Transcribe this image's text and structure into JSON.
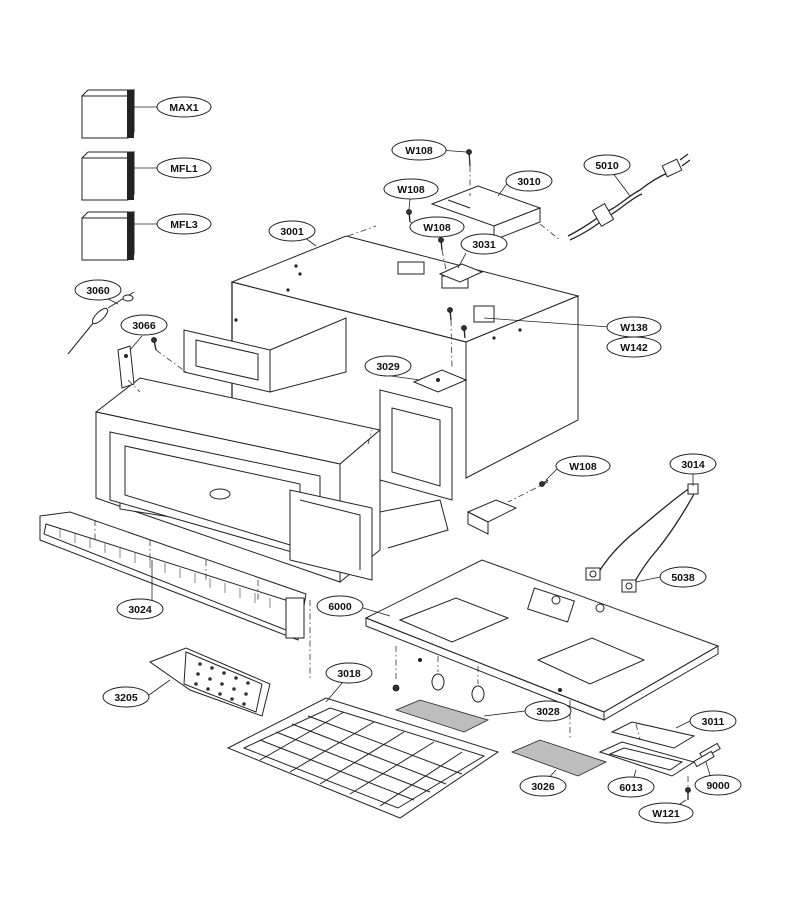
{
  "diagram": {
    "labels": {
      "max1": "MAX1",
      "mfl1": "MFL1",
      "mfl3": "MFL3",
      "w108_a": "W108",
      "p3010": "3010",
      "p5010": "5010",
      "w108_b": "W108",
      "w108_c": "W108",
      "p3031": "3031",
      "p3001": "3001",
      "p3060": "3060",
      "p3066": "3066",
      "w138": "W138",
      "w142": "W142",
      "p3029": "3029",
      "w108_d": "W108",
      "p3014": "3014",
      "p5038": "5038",
      "p6000": "6000",
      "p3024": "3024",
      "p3018": "3018",
      "p3205": "3205",
      "p3028": "3028",
      "p3011": "3011",
      "p3026": "3026",
      "p6013": "6013",
      "p9000": "9000",
      "w121": "W121"
    }
  }
}
